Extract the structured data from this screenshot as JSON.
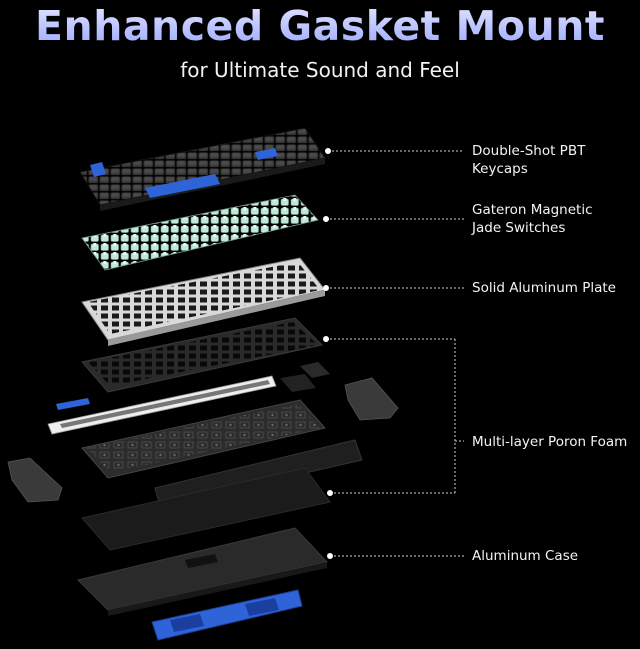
{
  "header": {
    "title": "Enhanced Gasket Mount",
    "subtitle": "for Ultimate Sound and Feel"
  },
  "layers": [
    {
      "label": "Double-Shot PBT Keycaps"
    },
    {
      "label_line1": "Gateron Magnetic",
      "label_line2": "Jade Switches"
    },
    {
      "label": "Solid Aluminum Plate"
    },
    {
      "label": "Multi-layer Poron Foam"
    },
    {
      "label": "Aluminum Case"
    }
  ],
  "colors": {
    "title_gradient_top": "#e4e7ff",
    "title_gradient_bottom": "#9aa6ff",
    "accent_blue": "#2f63d8",
    "switch_jade": "#bfe8d8"
  }
}
